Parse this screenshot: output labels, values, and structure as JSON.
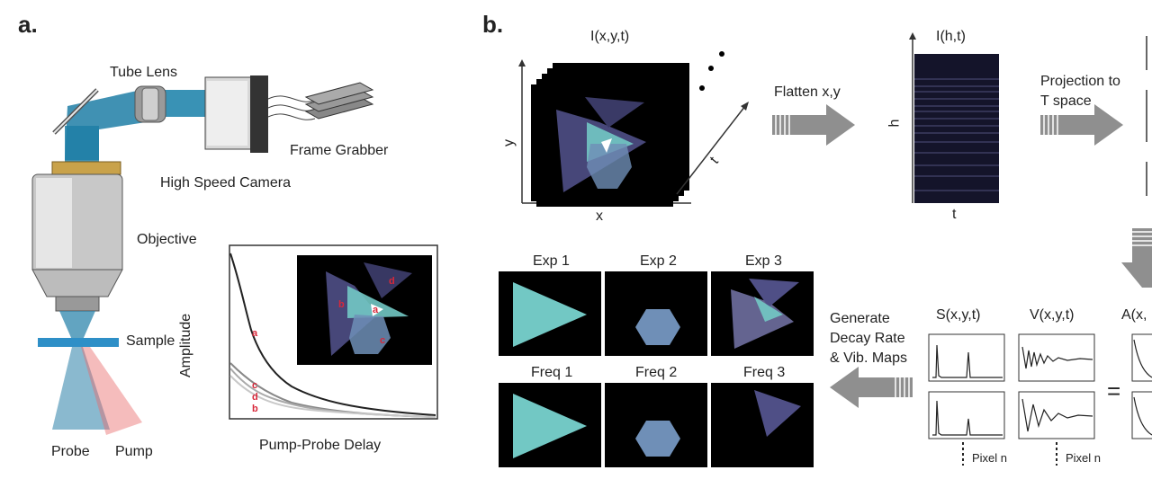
{
  "panel_a": {
    "letter": "a.",
    "labels": {
      "tube_lens": "Tube Lens",
      "frame_grabber": "Frame Grabber",
      "high_speed_camera": "High Speed Camera",
      "objective": "Objective",
      "sample": "Sample",
      "probe": "Probe",
      "pump": "Pump"
    },
    "plot": {
      "ylabel": "Amplitude",
      "xlabel": "Pump-Probe Delay",
      "curve_labels": [
        "a",
        "c",
        "d",
        "b"
      ],
      "inset_labels": [
        "d",
        "b",
        "a",
        "c"
      ]
    }
  },
  "panel_b": {
    "letter": "b.",
    "stack_title": "I(x,y,t)",
    "stack_axes": {
      "x": "x",
      "y": "y",
      "t": "t"
    },
    "flatten": "Flatten x,y",
    "hmap_title": "I(h,t)",
    "hmap_axes": {
      "h": "h",
      "t": "t"
    },
    "projection": [
      "Projection to",
      "T space"
    ],
    "exp_labels": [
      "Exp 1",
      "Exp 2",
      "Exp 3"
    ],
    "freq_labels": [
      "Freq 1",
      "Freq 2",
      "Freq 3"
    ],
    "generate": [
      "Generate",
      "Decay Rate",
      "& Vib. Maps"
    ],
    "matrix_titles": [
      "S(x,y,t)",
      "V(x,y,t)",
      "A(x,"
    ],
    "equals": "=",
    "pixel_labels": [
      "Pixel n",
      "Pixel n"
    ]
  },
  "colors": {
    "beam": "#1f7ea6",
    "triangle_cyan": "#72c8c4",
    "hexagon": "#6f8fb7",
    "triangle_purple": "#4f4f86",
    "arrow_gray": "#8f8f8f",
    "annotation_red": "#d8283a"
  }
}
